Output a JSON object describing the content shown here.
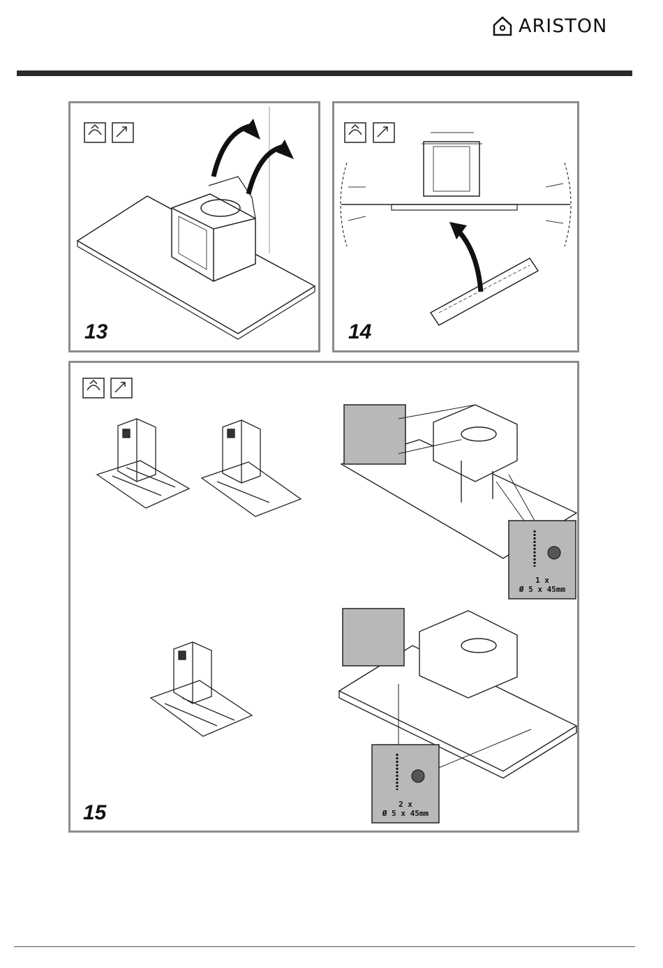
{
  "brand": {
    "name": "ARISTON"
  },
  "figures": [
    {
      "number": "13"
    },
    {
      "number": "14"
    },
    {
      "number": "15"
    }
  ],
  "fig15_insets": [
    {
      "qty": "1 x",
      "screw": "Ø 5 x 45mm"
    },
    {
      "qty": "2 x",
      "screw": "Ø 5 x 45mm"
    }
  ],
  "colors": {
    "panel_border": "#8c8c8c",
    "inset_fill": "#b8b8b8",
    "rule": "#2a2a2a"
  }
}
